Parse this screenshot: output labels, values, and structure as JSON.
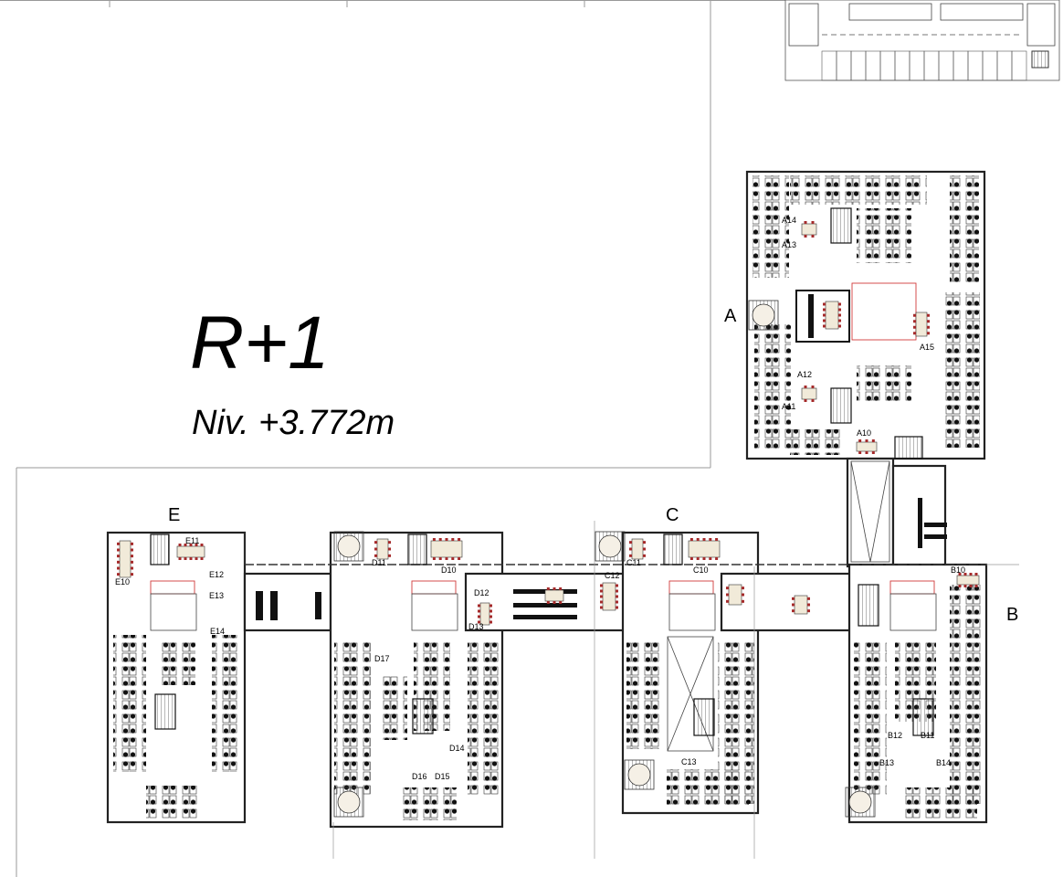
{
  "plan": {
    "level_title": "R+1",
    "level_elevation": "Niv. +3.772m",
    "wings": [
      "A",
      "B",
      "C",
      "E"
    ],
    "rooms": {
      "A10": "A10",
      "A11": "A11",
      "A12": "A12",
      "A13": "A13",
      "A14": "A14",
      "A15": "A15",
      "B10": "B10",
      "B11": "B11",
      "B12": "B12",
      "B13": "B13",
      "B14": "B14",
      "C10": "C10",
      "C11": "C11",
      "C12": "C12",
      "C13": "C13",
      "D10": "D10",
      "D11": "D11",
      "D12": "D12",
      "D13": "D13",
      "D14": "D14",
      "D15": "D15",
      "D16": "D16",
      "D17": "D17",
      "E10": "E10",
      "E11": "E11",
      "E12": "E12",
      "E13": "E13",
      "E14": "E14"
    },
    "colors": {
      "walls": "#222222",
      "furniture_accent": "#a52a2a",
      "partition_red": "#d23a3a",
      "desk": "#111111"
    }
  }
}
